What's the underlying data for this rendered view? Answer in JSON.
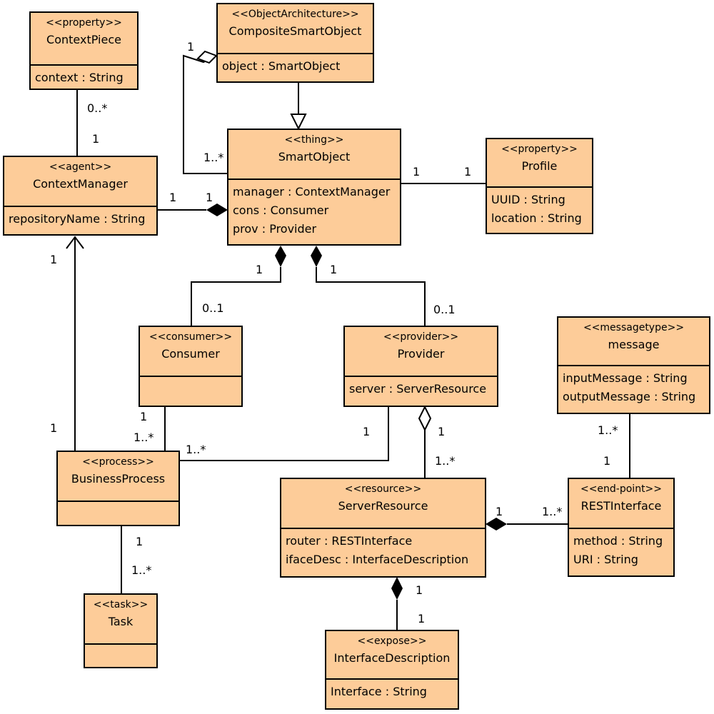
{
  "classes": {
    "contextpiece": {
      "stereotype": "<<property>>",
      "name": "ContextPiece",
      "attributes": [
        "context : String"
      ]
    },
    "composite": {
      "stereotype": "<<ObjectArchitecture>>",
      "name": "CompositeSmartObject",
      "attributes": [
        "object : SmartObject"
      ]
    },
    "smartobject": {
      "stereotype": "<<thing>>",
      "name": "SmartObject",
      "attributes": [
        "manager : ContextManager",
        "cons : Consumer",
        "prov : Provider"
      ]
    },
    "profile": {
      "stereotype": "<<property>>",
      "name": "Profile",
      "attributes": [
        "UUID : String",
        "location : String"
      ]
    },
    "contextmanager": {
      "stereotype": "<<agent>>",
      "name": "ContextManager",
      "attributes": [
        "repositoryName : String"
      ]
    },
    "consumer": {
      "stereotype": "<<consumer>>",
      "name": "Consumer",
      "attributes": []
    },
    "provider": {
      "stereotype": "<<provider>>",
      "name": "Provider",
      "attributes": [
        "server : ServerResource"
      ]
    },
    "message": {
      "stereotype": "<<messagetype>>",
      "name": "message",
      "attributes": [
        "inputMessage : String",
        "outputMessage : String"
      ]
    },
    "businessprocess": {
      "stereotype": "<<process>>",
      "name": "BusinessProcess",
      "attributes": []
    },
    "serverresource": {
      "stereotype": "<<resource>>",
      "name": "ServerResource",
      "attributes": [
        "router : RESTInterface",
        "ifaceDesc : InterfaceDescription"
      ]
    },
    "restinterface": {
      "stereotype": "<<end-point>>",
      "name": "RESTInterface",
      "attributes": [
        "method : String",
        "URI : String"
      ]
    },
    "task": {
      "stereotype": "<<task>>",
      "name": "Task",
      "attributes": []
    },
    "interfacedescription": {
      "stereotype": "<<expose>>",
      "name": "InterfaceDescription",
      "attributes": [
        "Interface : String"
      ]
    }
  },
  "multiplicities": {
    "cp_many": "0..*",
    "cp_one": "1",
    "comp_one": "1",
    "comp_many": "1..*",
    "so_profile": "1",
    "profile_so": "1",
    "cm_so": "1",
    "so_cm": "1",
    "so_cons": "1",
    "so_prov": "1",
    "cons_opt": "0..1",
    "prov_opt": "0..1",
    "cm_bp": "1",
    "bp_cm": "1",
    "cons_bp": "1",
    "bp_cons": "1..*",
    "bp_prov": "1..*",
    "prov_bp": "1",
    "prov_sr": "1",
    "sr_prov": "1..*",
    "msg_many": "1..*",
    "msg_one": "1",
    "sr_rest": "1",
    "rest_sr": "1..*",
    "bp_task": "1",
    "task_bp": "1..*",
    "sr_id": "1",
    "id_sr": "1"
  },
  "colors": {
    "class_fill": "#fdcc99",
    "line": "#000000"
  }
}
